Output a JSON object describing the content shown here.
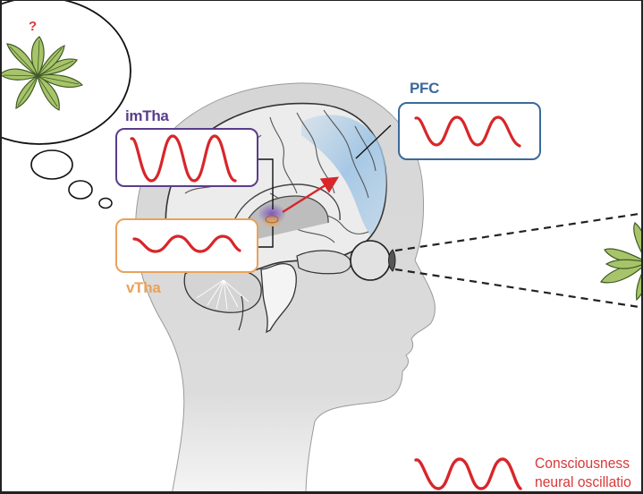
{
  "figure": {
    "thought_bubble": {
      "question_mark": "?"
    },
    "regions": [
      {
        "id": "imTha",
        "label": "imTha",
        "color": "#5a3d8a",
        "oscillation": "high-amplitude"
      },
      {
        "id": "vTha",
        "label": "vTha",
        "color": "#e9a25a",
        "oscillation": "low-amplitude"
      },
      {
        "id": "PFC",
        "label": "PFC",
        "color": "#3a6a9a",
        "oscillation": "medium-amplitude"
      }
    ],
    "legend": {
      "line1": "Consciousness",
      "line2": "neural oscillatio"
    },
    "colors": {
      "wave": "#d8262a",
      "head": "#d9d9d9",
      "pfc_highlight": "#a9cbe6",
      "plant": "#a8c46a"
    }
  }
}
